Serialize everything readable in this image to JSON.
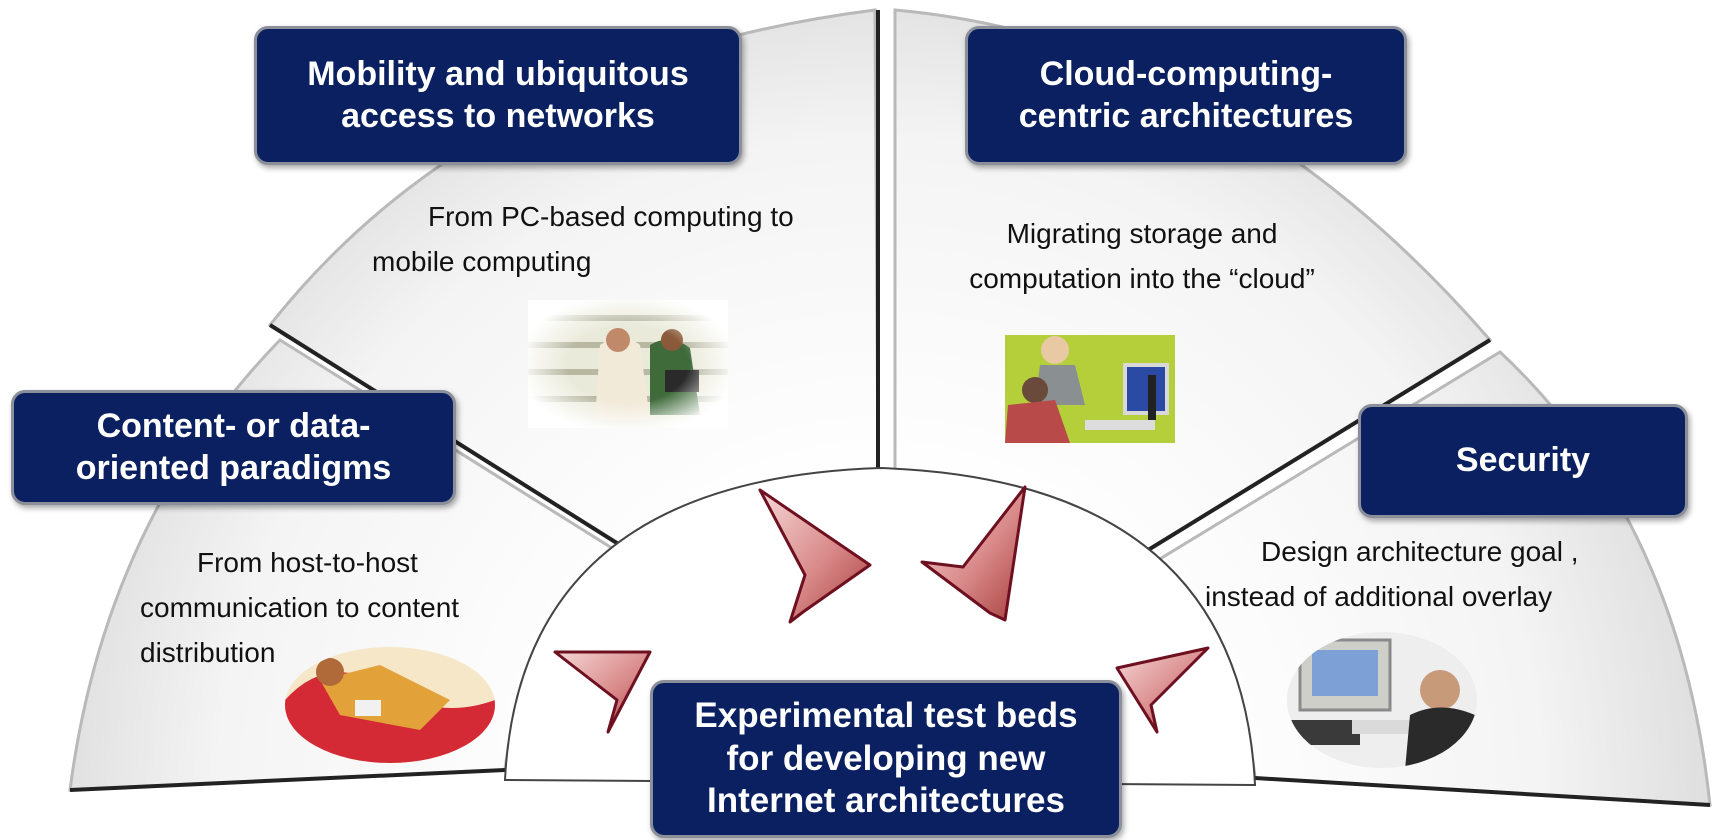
{
  "center": {
    "text": "Experimental test beds for developing new Internet architectures"
  },
  "sectors": [
    {
      "title": "Content- or data-oriented paradigms",
      "desc_lines": [
        "From host-to-host",
        "communication to content",
        "distribution"
      ],
      "image_icon": "woman-reading-photo"
    },
    {
      "title": "Mobility and ubiquitous access to networks",
      "desc_lines": [
        "From PC-based computing to",
        "mobile computing"
      ],
      "image_icon": "people-with-laptop-photo"
    },
    {
      "title": "Cloud-computing-centric architectures",
      "desc_lines": [
        "Migrating storage and",
        "computation into the “cloud”"
      ],
      "image_icon": "office-computer-photo"
    },
    {
      "title": "Security",
      "desc_lines": [
        "Design architecture goal ,",
        "instead of  additional overlay"
      ],
      "image_icon": "person-at-computer-photo"
    }
  ],
  "colors": {
    "box_fill": "#0a2060",
    "box_border": "#8a8f99",
    "arrow": "#8b2232"
  }
}
